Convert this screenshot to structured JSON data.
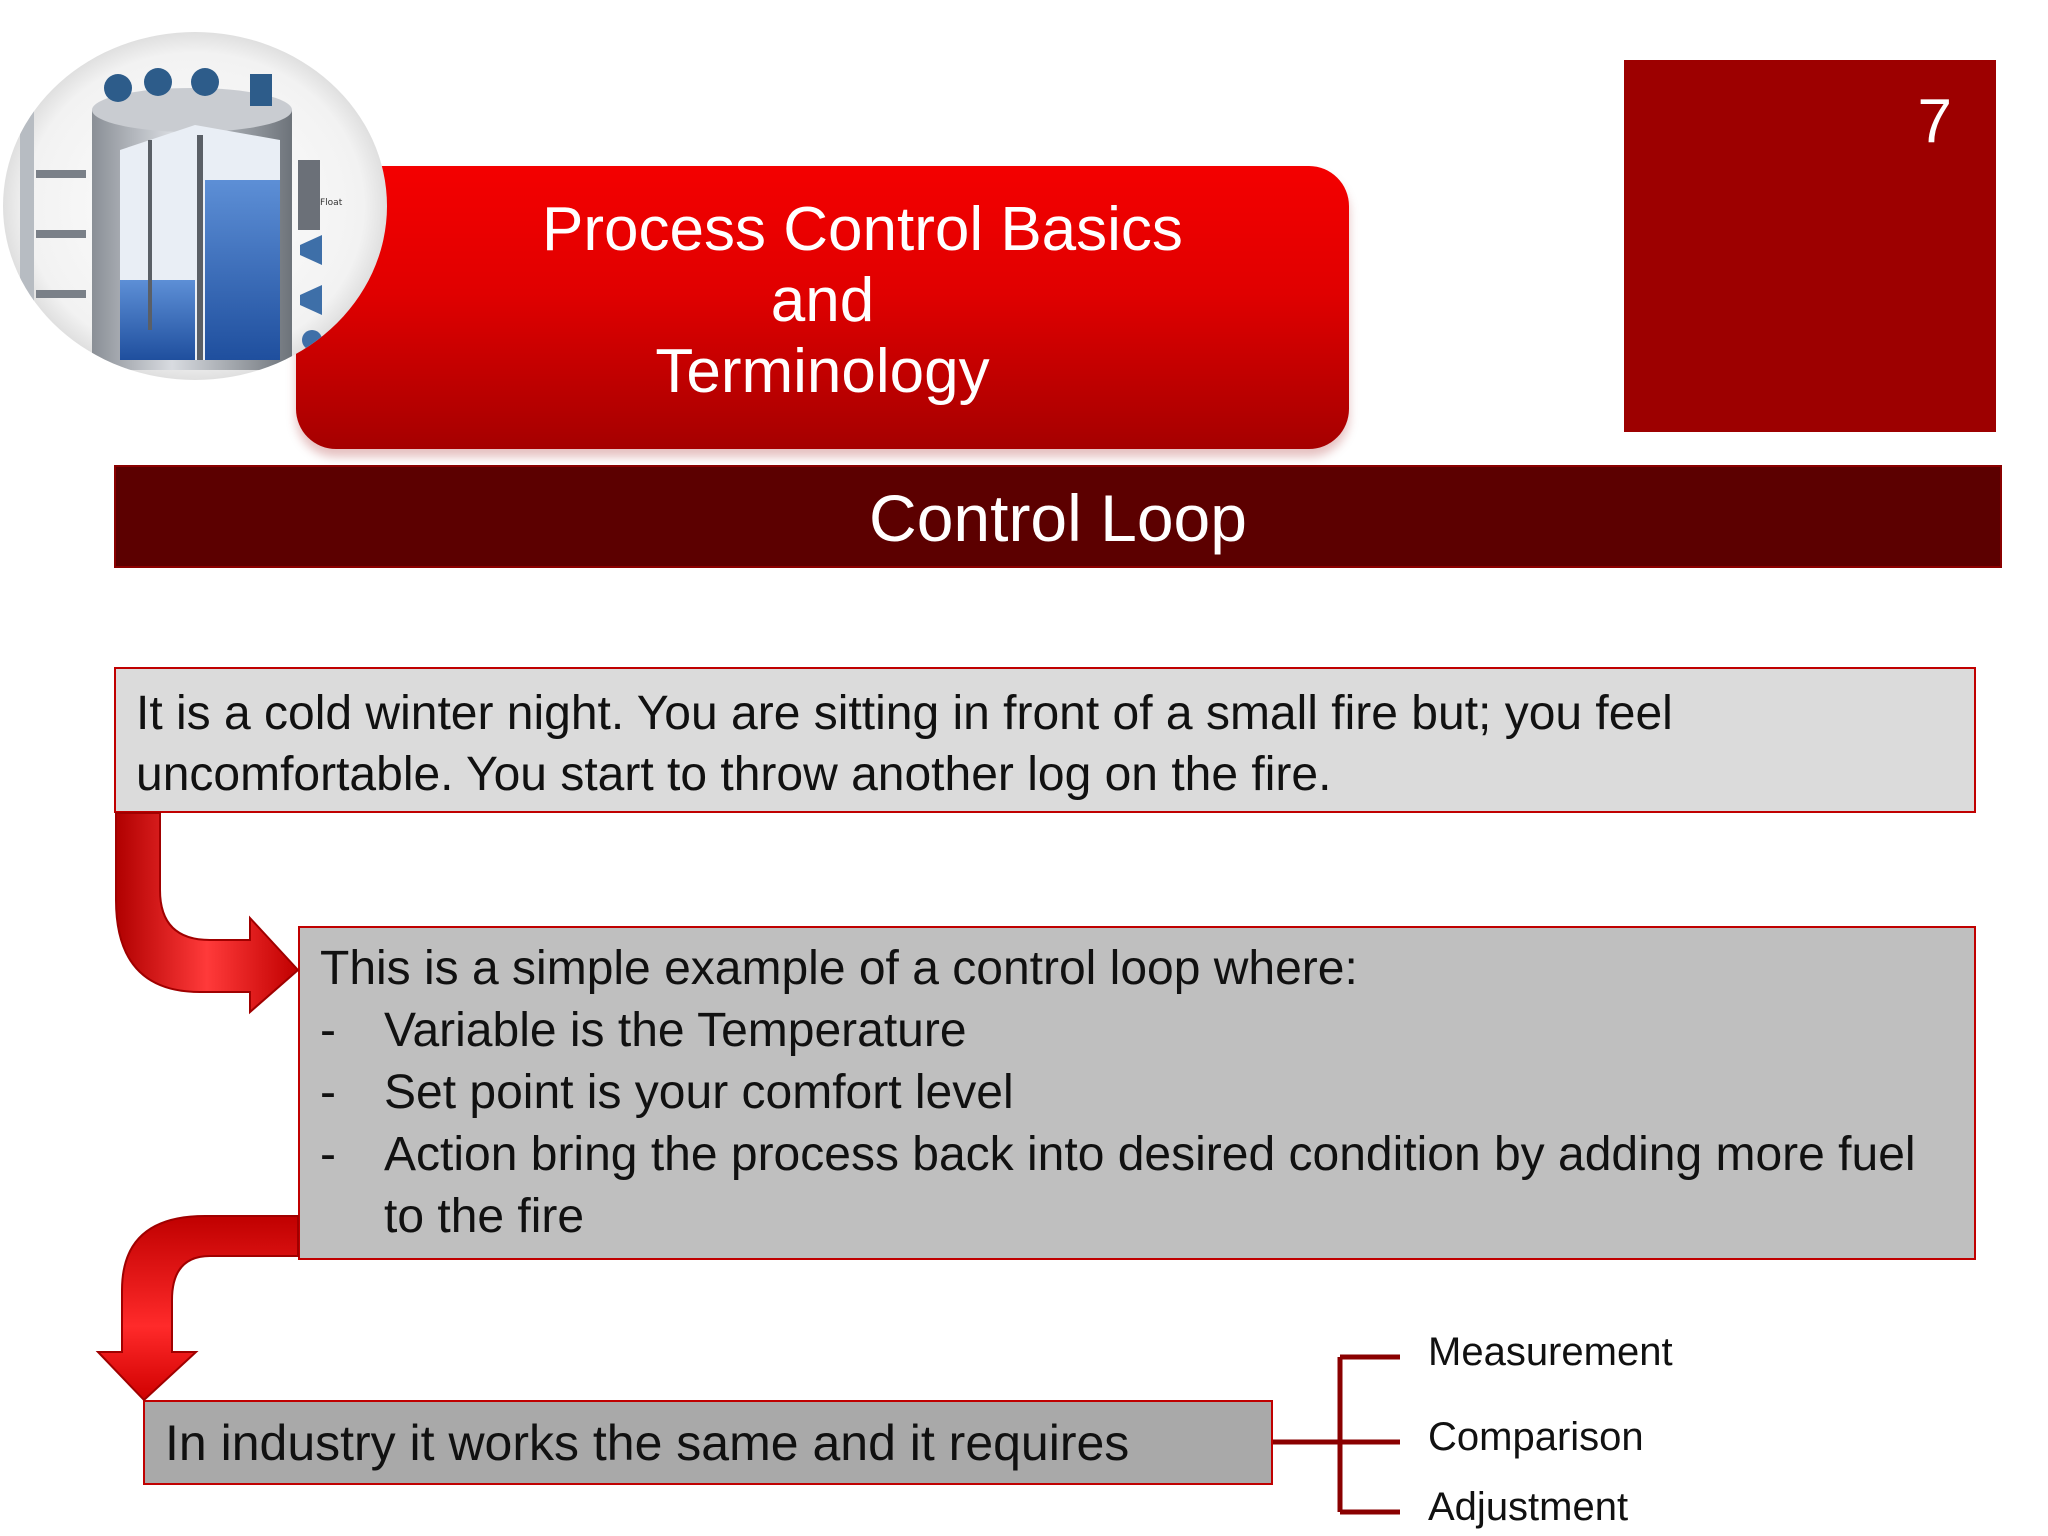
{
  "slide": {
    "title_lines": [
      "Process Control Basics",
      "and",
      "Terminology"
    ],
    "page_number": "7",
    "section_title": "Control Loop",
    "scenario_text": "It is a cold winter night. You are sitting in front of a small fire but; you feel uncomfortable. You start to throw another log on the fire.",
    "example": {
      "intro": "This is a simple example of a control loop where:",
      "items": [
        "Variable is the Temperature",
        "Set point is your comfort level",
        " Action bring the process back into desired condition by adding more fuel to the fire"
      ],
      "bullet": "-"
    },
    "industry_text": "In industry it works the same and it requires",
    "requirements": [
      "Measurement",
      "Comparison",
      "Adjustment"
    ],
    "colors": {
      "title_red": "#e00000",
      "page_box": "#9d0000",
      "band": "#5c0000",
      "box_border": "#c00000"
    },
    "icons": [
      "process-tank-icon",
      "curved-arrow-right-icon",
      "curved-arrow-down-icon",
      "bracket-connector-icon"
    ]
  }
}
